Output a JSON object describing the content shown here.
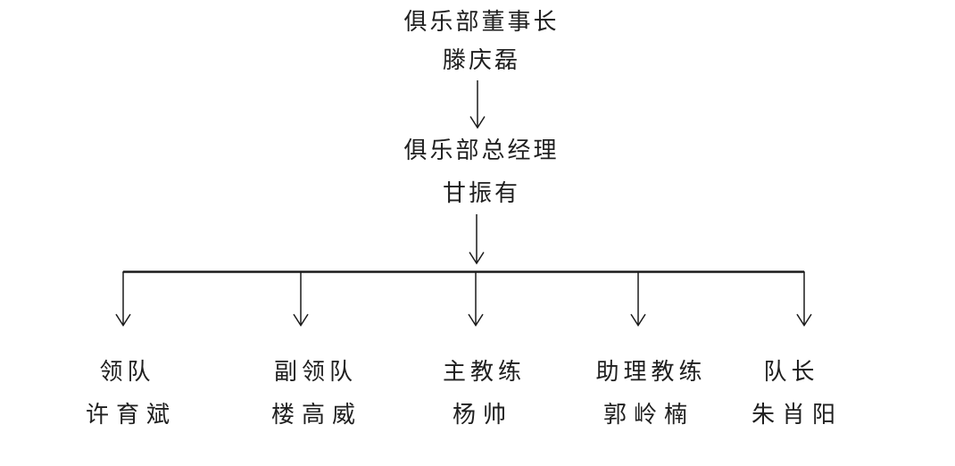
{
  "diagram": {
    "type": "org-chart",
    "root": {
      "title": "俱乐部董事长",
      "name": "滕庆磊"
    },
    "manager": {
      "title": "俱乐部总经理",
      "name": "甘振有"
    },
    "subordinates": [
      {
        "title": "领队",
        "name": "许育斌"
      },
      {
        "title": "副领队",
        "name": "楼高威"
      },
      {
        "title": "主教练",
        "name": "杨帅"
      },
      {
        "title": "助理教练",
        "name": "郭岭楠"
      },
      {
        "title": "队长",
        "name": "朱肖阳"
      }
    ],
    "colors": {
      "background": "#ffffff",
      "text": "#1f1f1f",
      "line": "#1a1a1a"
    }
  }
}
